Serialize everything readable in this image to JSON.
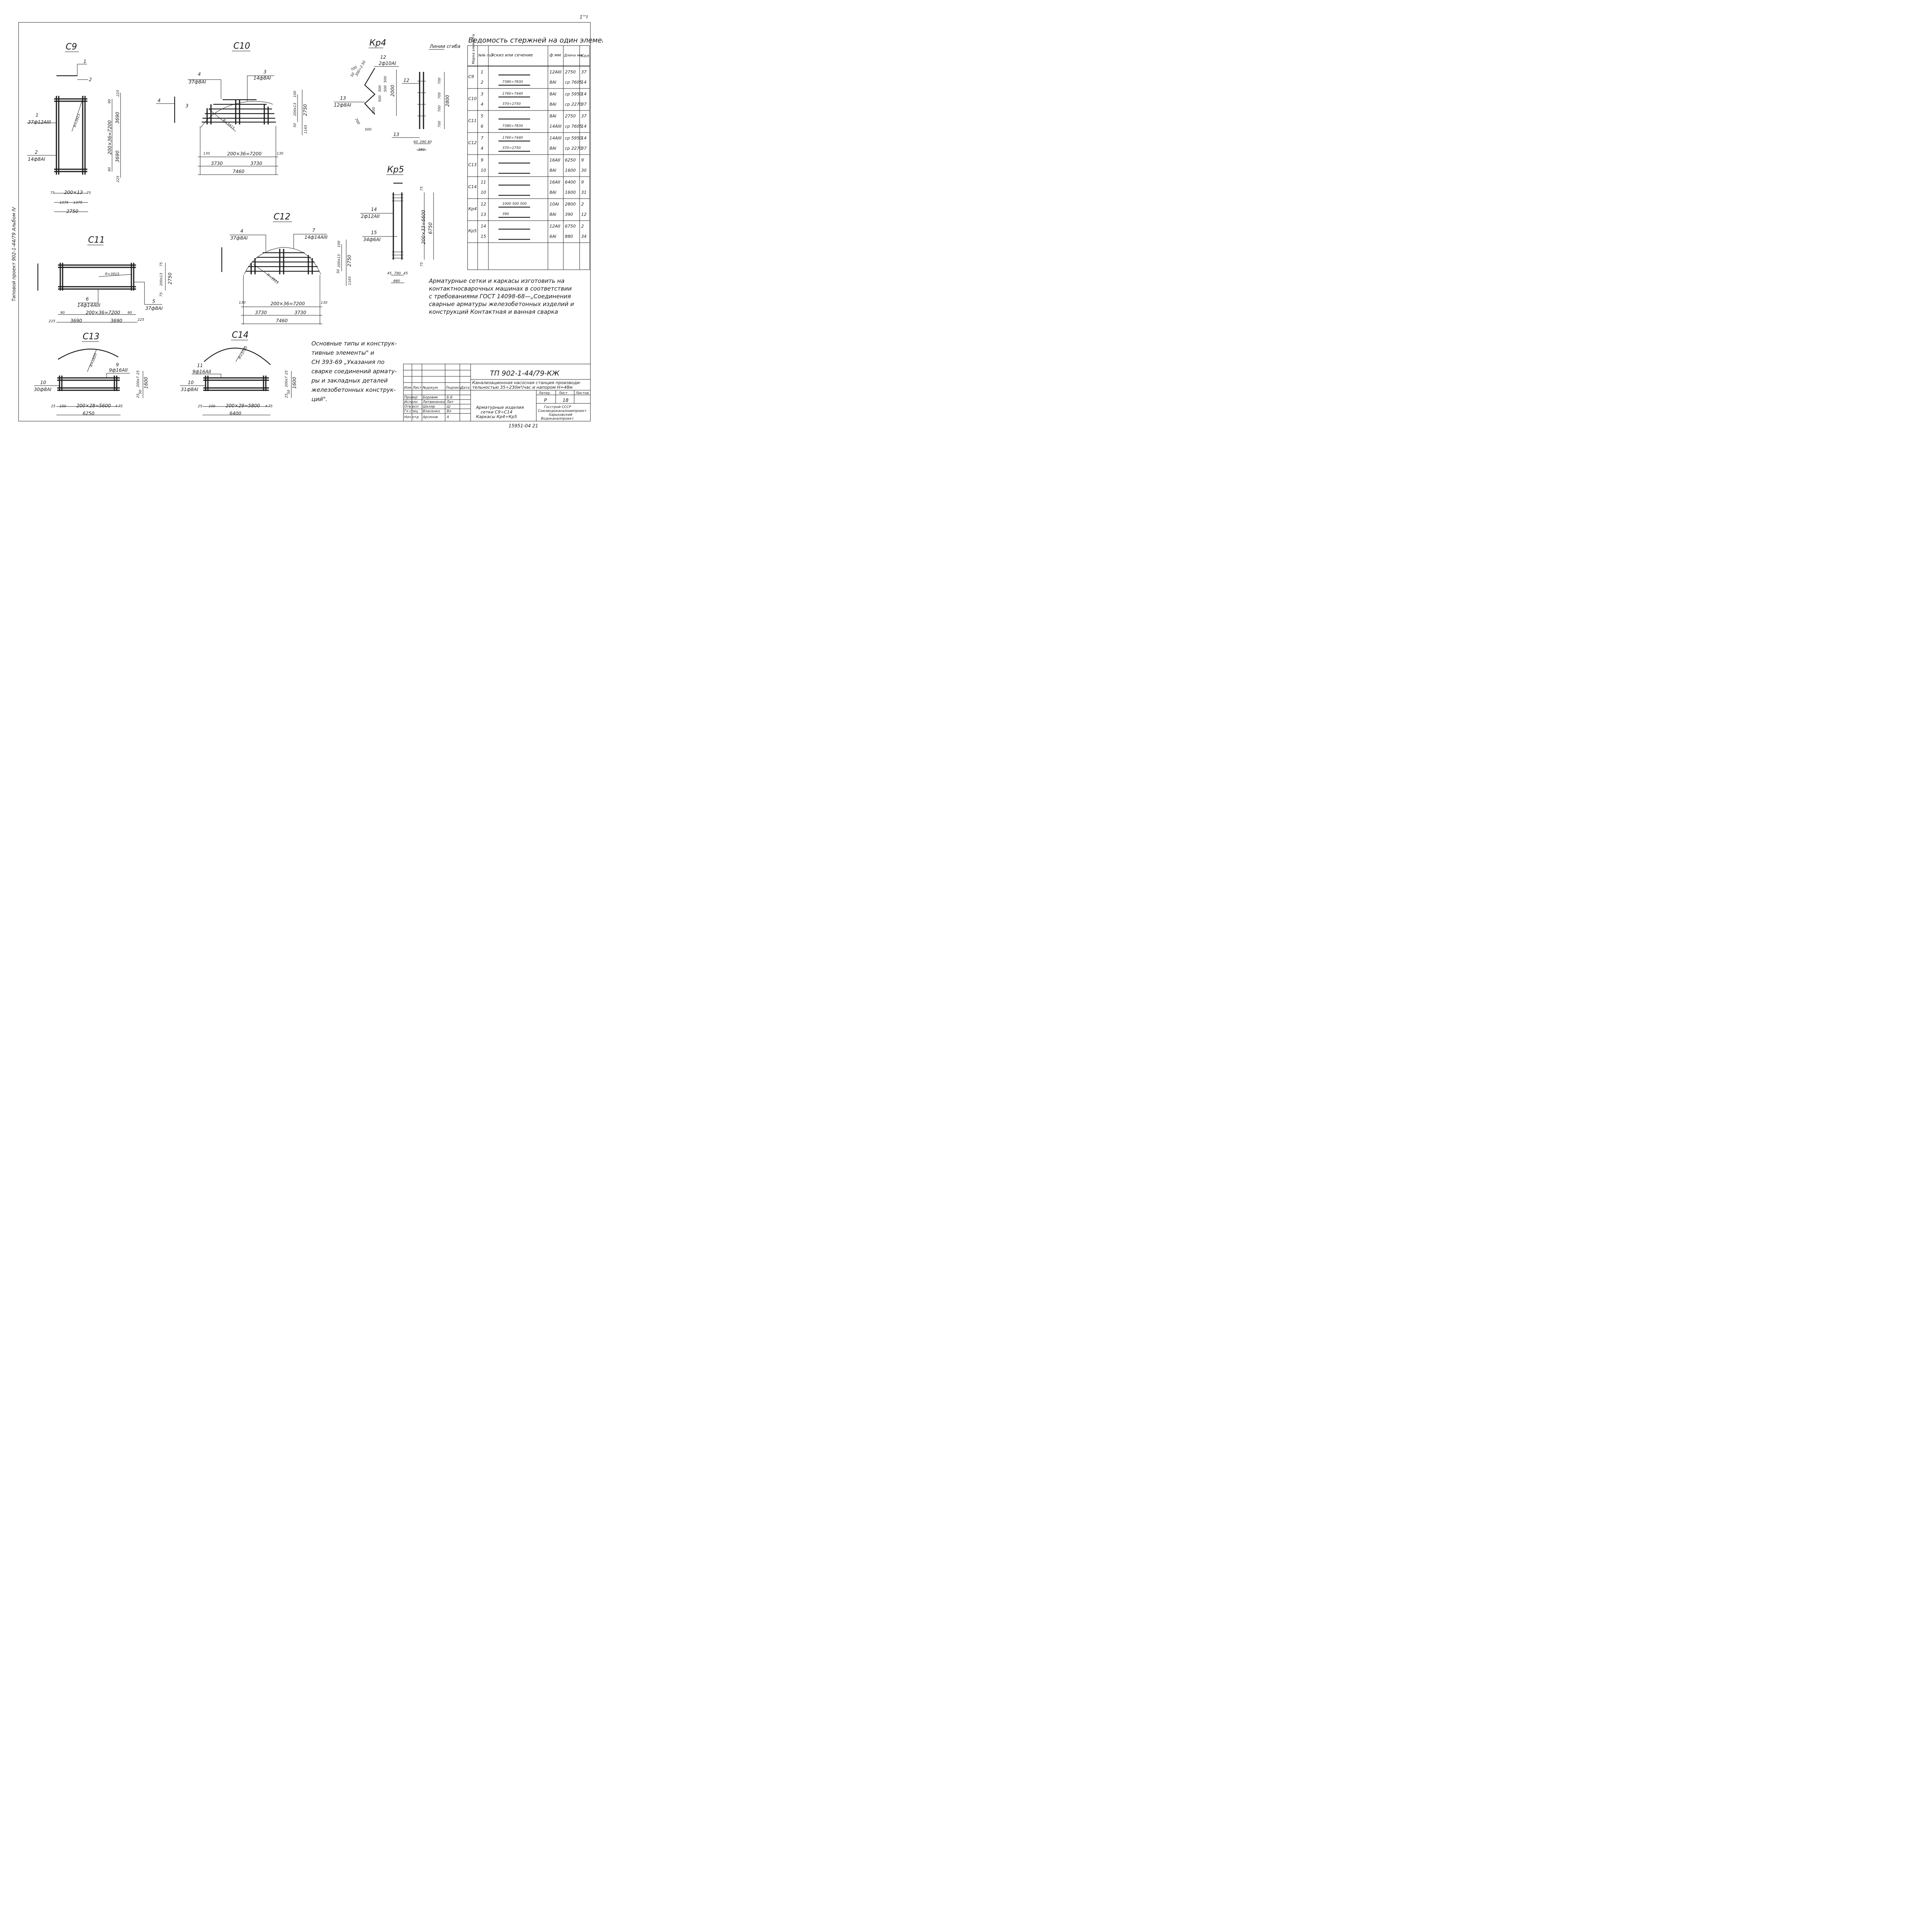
{
  "sheet": {
    "album_label": "Типовой проект 902-1-44/79 Альбом IV",
    "corner_mark": "1'''I",
    "stamp_number": "15951-04 21"
  },
  "elements": {
    "c9": {
      "title": "С9",
      "m1": "1",
      "m2": "2",
      "l1a": "1",
      "l1b": "37ф12АIII",
      "l2a": "2",
      "l2b": "14ф8АI",
      "r": "R=3915",
      "d225a": "225",
      "d90a": "90",
      "d3690a": "3690",
      "d_long": "200×36=7200",
      "d3690b": "3690",
      "d90b": "90",
      "d225b": "225",
      "d75a": "75",
      "d_short": "200×13",
      "d75b": "75",
      "d1375a": "1375",
      "d1375b": "1375",
      "d2750": "2750"
    },
    "c10": {
      "title": "С10",
      "l4a": "4",
      "l4b": "37ф8АI",
      "l3a": "3",
      "l3b": "14ф8АI",
      "side4": "4",
      "side3": "3",
      "r": "R=3915",
      "d100": "100",
      "d200x13": "200x13",
      "d2750": "2750",
      "d50": "50",
      "d1165": "1165",
      "d130a": "130",
      "d_long": "200×36=7200",
      "d130b": "130",
      "d3730a": "3730",
      "d3730b": "3730",
      "d7460": "7460"
    },
    "c11": {
      "title": "С11",
      "r": "R=3915",
      "l6a": "6",
      "l6b": "14ф14АIII",
      "l5a": "5",
      "l5b": "37ф8АI",
      "d75a": "75",
      "d200x13": "200x13",
      "d2750": "2750",
      "d75b": "75",
      "d90a": "90",
      "d_long": "200×36=7200",
      "d90b": "90",
      "d225a": "225",
      "d3690a": "3690",
      "d3690b": "3690",
      "d225b": "225"
    },
    "c12": {
      "title": "С12",
      "l4a": "4",
      "l4b": "37ф8АI",
      "l7a": "7",
      "l7b": "14ф14АIII",
      "r": "R=3915",
      "d100": "100",
      "d200x13": "200x13",
      "d2750": "2750",
      "d50": "50",
      "d1165": "1165",
      "d130a": "130",
      "d_long": "200×36=7200",
      "d130b": "130",
      "d3730a": "3730",
      "d3730b": "3730",
      "d7460": "7460"
    },
    "c13": {
      "title": "С13",
      "r": "R=1620",
      "l9a": "9",
      "l9b": "9ф16АII",
      "l10a": "10",
      "l10b": "30ф8АI",
      "d25a": "25",
      "d200x7": "200x7",
      "d1600": "1600",
      "d25b": "25",
      "d50": "50",
      "d25c": "25",
      "d150": "150",
      "d_long": "200×28=5600",
      "d4": "4",
      "d75": "75",
      "d6250": "6250"
    },
    "c14": {
      "title": "С14",
      "r": "R=3780",
      "l11a": "11",
      "l11b": "9ф16АII",
      "l10a": "10",
      "l10b": "31ф8АI",
      "d25a": "25",
      "d200x7": "200x7",
      "d1600": "1600",
      "d25b": "25",
      "d50": "50",
      "d25c": "25",
      "d100": "100",
      "d_long": "200×29=5800",
      "d4": "4",
      "d75": "75",
      "d6400": "6400"
    },
    "kp4": {
      "title": "Кр4",
      "l12a": "12",
      "l12b": "2ф10АI",
      "l13a": "13",
      "l13b": "12ф8АI",
      "d700a": "700",
      "d50": "50",
      "d300": "300÷2.50",
      "d500a": "500",
      "d500b": "500",
      "d500c": "500",
      "d500d": "500",
      "d2000": "2000",
      "d700b": "700",
      "d500e": "500",
      "side_title": "Линии сгиба",
      "side12": "12",
      "side13": "13",
      "sd700a": "700",
      "sd700b": "700",
      "sd2800": "2800",
      "sd700c": "700",
      "sd700d": "700",
      "sd60": "60",
      "sd290": "290",
      "sd40": "40",
      "sd390": "390"
    },
    "kp5": {
      "title": "Кр5",
      "l14a": "14",
      "l14b": "2ф12АII",
      "l15a": "15",
      "l15b": "34ф6АI",
      "d75a": "75",
      "d_long": "200×33=6600",
      "d6750": "6750",
      "d75b": "75",
      "d45a": "45",
      "d790": "790",
      "d45b": "45",
      "d880": "880"
    }
  },
  "schedule": {
    "title": "Ведомость стержней на один элемент",
    "headers": {
      "mark": "Марка элемента",
      "pos": "№№ поз",
      "sketch": "Эскиз или сечение",
      "dia": "ф мм",
      "len": "Длина мм",
      "qty": "Кол"
    },
    "rows": [
      {
        "mark": "С9",
        "pos": "1",
        "sketch": "",
        "dia": "12АIII",
        "len": "2750",
        "qty": "37"
      },
      {
        "mark": "",
        "pos": "2",
        "sketch": "7380÷7830",
        "dia": "8АI",
        "len": "ср 7605",
        "qty": "14"
      },
      {
        "mark": "С10",
        "pos": "3",
        "sketch": "1760÷7440",
        "dia": "8АI",
        "len": "ср 5950",
        "qty": "14"
      },
      {
        "mark": "",
        "pos": "4",
        "sketch": "370÷2750",
        "dia": "8АI",
        "len": "ср 2270",
        "qty": "37"
      },
      {
        "mark": "С11",
        "pos": "5",
        "sketch": "",
        "dia": "8АI",
        "len": "2750",
        "qty": "37"
      },
      {
        "mark": "",
        "pos": "6",
        "sketch": "7380÷7830",
        "dia": "14АIII",
        "len": "ср 7605",
        "qty": "14"
      },
      {
        "mark": "С12",
        "pos": "7",
        "sketch": "1760÷7440",
        "dia": "14АIII",
        "len": "ср 5950",
        "qty": "14"
      },
      {
        "mark": "",
        "pos": "4",
        "sketch": "370÷2750",
        "dia": "8АI",
        "len": "ср 2270",
        "qty": "37"
      },
      {
        "mark": "С13",
        "pos": "9",
        "sketch": "",
        "dia": "16АII",
        "len": "6250",
        "qty": "9"
      },
      {
        "mark": "",
        "pos": "10",
        "sketch": "",
        "dia": "8АI",
        "len": "1600",
        "qty": "30"
      },
      {
        "mark": "С14",
        "pos": "11",
        "sketch": "",
        "dia": "16АII",
        "len": "6400",
        "qty": "9"
      },
      {
        "mark": "",
        "pos": "10",
        "sketch": "",
        "dia": "8АI",
        "len": "1600",
        "qty": "31"
      },
      {
        "mark": "Кр4",
        "pos": "12",
        "sketch": "1000 500 500",
        "dia": "10АI",
        "len": "2800",
        "qty": "2"
      },
      {
        "mark": "",
        "pos": "13",
        "sketch": "390",
        "dia": "8АI",
        "len": "390",
        "qty": "12"
      },
      {
        "mark": "Кр5",
        "pos": "14",
        "sketch": "",
        "dia": "12АII",
        "len": "6750",
        "qty": "2"
      },
      {
        "mark": "",
        "pos": "15",
        "sketch": "",
        "dia": "6АI",
        "len": "880",
        "qty": "34"
      }
    ]
  },
  "notes": {
    "note1": [
      "Арматурные сетки и каркасы изготовить на",
      "контактносварочных машинах в соответствии",
      "с требованиями ГОСТ 14098-68—„Соединения",
      "сварные арматуры железобетонных изделий и",
      "конструкций Контактная и ванная сварка"
    ],
    "note2": [
      "Основные типы и конструк-",
      "тивные элементы\" и",
      "СН 393-69 „Указания по",
      "сварке соединений армату-",
      "ры и закладных деталей",
      "железобетонных конструк-",
      "ций\"."
    ]
  },
  "title_block": {
    "code": "ТП 902-1-44/79-КЖ",
    "project": [
      "Канализационная насосная станция производи-",
      "тельностью 35÷230м³/час и напором Н=48м"
    ],
    "col_headers": [
      "Изм",
      "Лист",
      "№докум.",
      "Подпись",
      "Дата"
    ],
    "people": [
      {
        "role": "Провер",
        "name": "Боровик",
        "sign": "Б.Б"
      },
      {
        "role": "Исполн",
        "name": "Литвиненко",
        "sign": "Лит"
      },
      {
        "role": "Отв исп",
        "name": "Шкляр",
        "sign": "Ш"
      },
      {
        "role": "Гл спец",
        "name": "Власенко",
        "sign": "Вл"
      },
      {
        "role": "Нач отд",
        "name": "Арсенов",
        "sign": "А"
      }
    ],
    "sheet_title": [
      "Арматурные изделия",
      "сетки С9÷С14",
      "Каркасы Кр4÷Кр5"
    ],
    "stage_label": "Литер",
    "sheet_label": "Лист",
    "sheets_label": "Листов",
    "stage": "Р",
    "sheet": "18",
    "sheets": "",
    "org": [
      "Госстрой СССР",
      "Союзводоканалниипроект",
      "Харьковский",
      "Водоканалпроект"
    ]
  }
}
